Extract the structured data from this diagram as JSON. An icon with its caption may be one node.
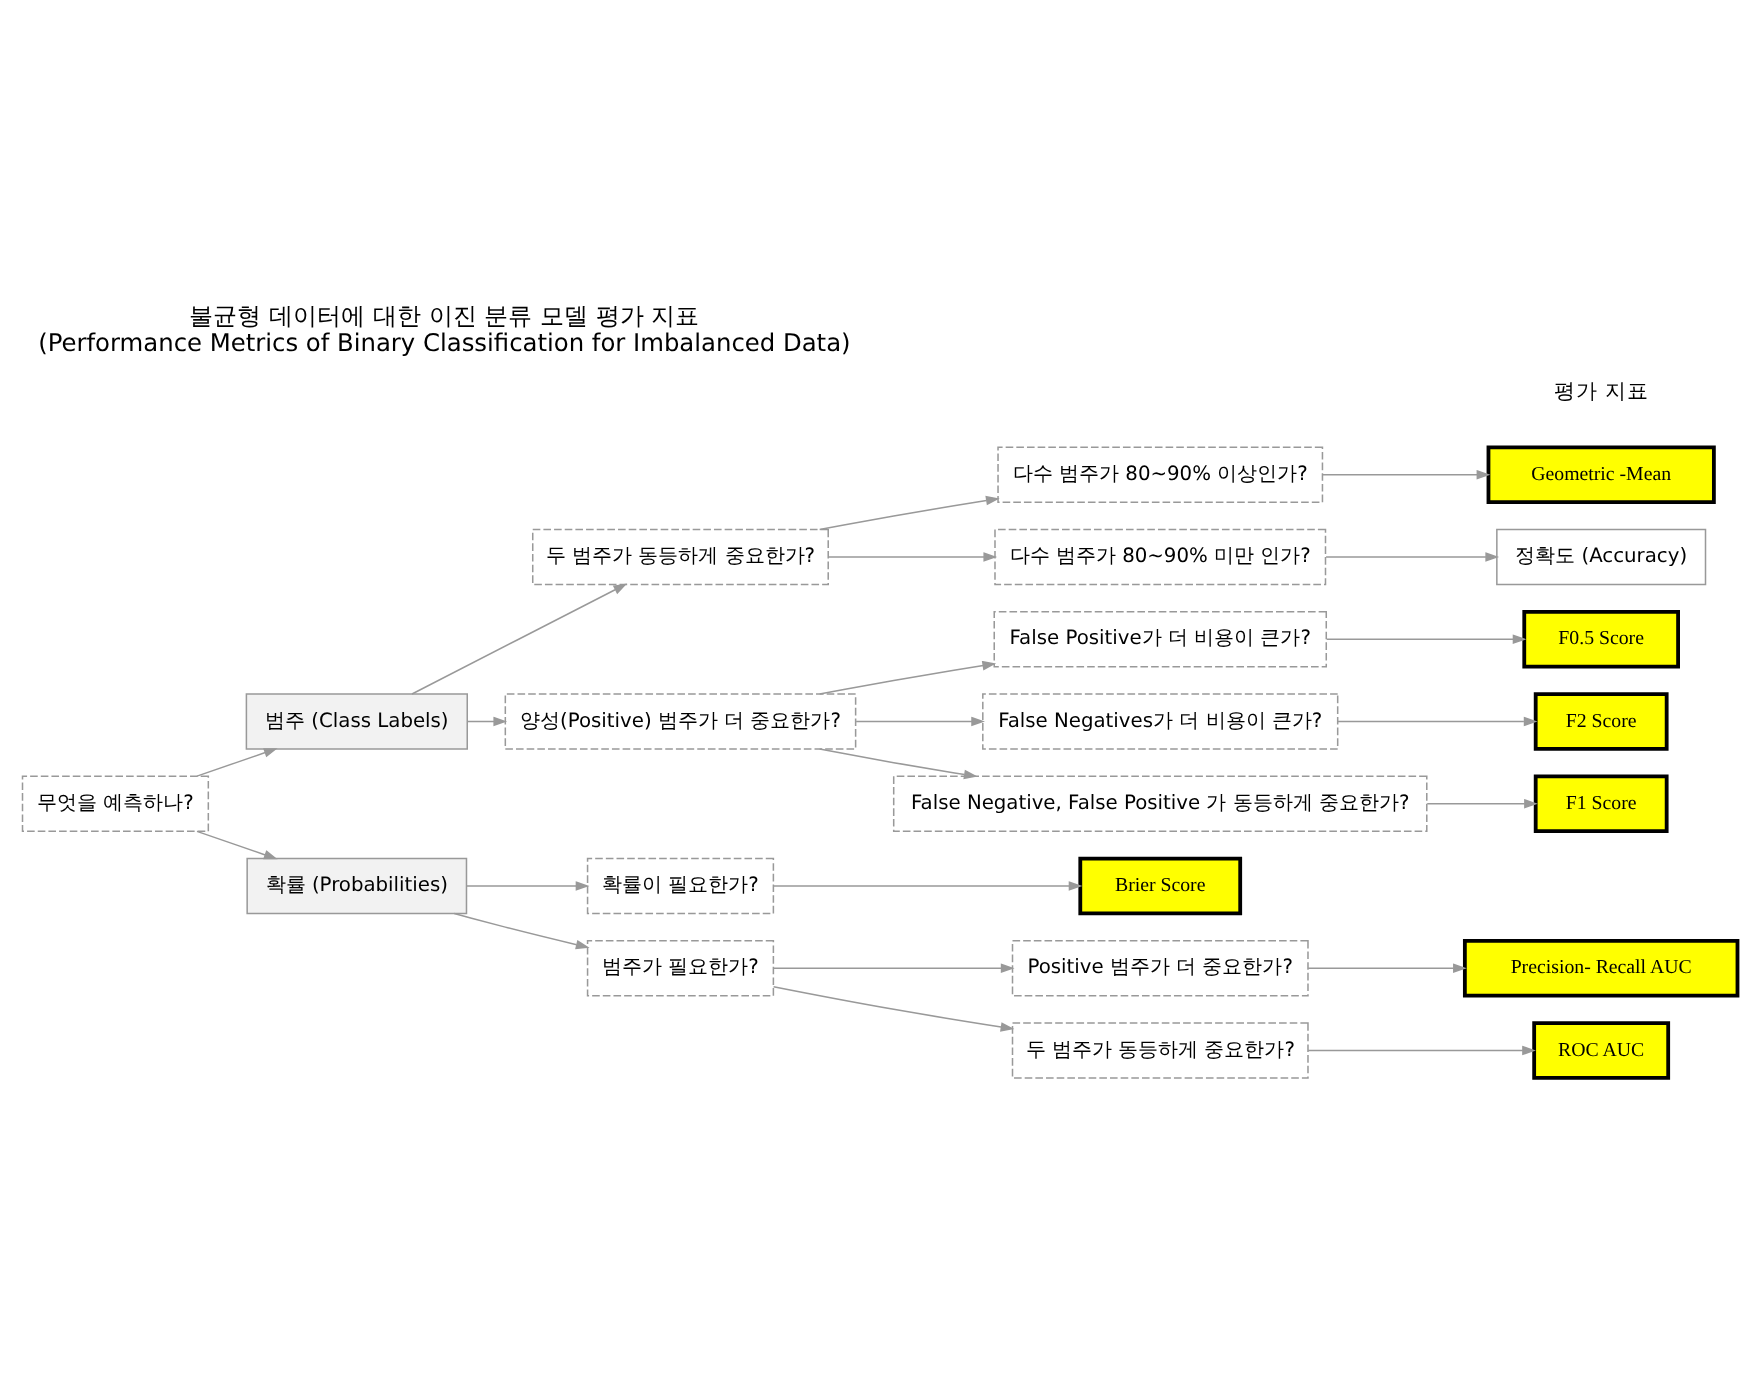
{
  "diagram": {
    "title": "불균형 데이터에 대한 이진 분류 모델 평가 지표",
    "caption": "(Performance Metrics of Binary Classification for Imbalanced Data)",
    "nodes": [
      {
        "text": [
          "무엇을 예측하나?"
        ]
      },
      {
        "text": [
          "범주 (Class Labels)"
        ]
      },
      {
        "text": [
          "확률 (Probabilities)"
        ]
      },
      {
        "text": [
          "두 범주가 동등하게 중요한가?"
        ]
      },
      {
        "text": [
          "양성(Positive) 범주가 더 중요한가?"
        ]
      },
      {
        "text": [
          "확률이 필요한가?"
        ]
      },
      {
        "text": [
          "범주가 필요한가?"
        ]
      },
      {
        "text": [
          "다수 범주가 80~90% 이상인가?"
        ]
      },
      {
        "text": [
          "다수 범주가 80~90% 미만 인가?"
        ]
      },
      {
        "text": [
          "False Negative, False Positive 가 동등하게 중요한가?"
        ]
      },
      {
        "text": [
          "False Positive가 더 비용이 큰가?"
        ]
      },
      {
        "text": [
          "False Negatives가 더 비용이 큰가?"
        ]
      },
      {
        "text": [
          "Positive 범주가 더 중요한가?"
        ]
      },
      {
        "text": [
          "두 범주가 동등하게 중요한가?"
        ]
      },
      {
        "text": [
          "Geometric -Mean"
        ]
      },
      {
        "text": [
          "정확도 (Accuracy)"
        ]
      },
      {
        "text": [
          "F1 Score"
        ]
      },
      {
        "text": [
          "F0.5 Score"
        ]
      },
      {
        "text": [
          "F2 Score"
        ]
      },
      {
        "text": [
          "Brier Score"
        ]
      },
      {
        "text": [
          "Precision- Recall AUC"
        ]
      },
      {
        "text": [
          "ROC AUC"
        ]
      }
    ],
    "edges": [
      {
        "from": 0,
        "to": 1,
        "arrow": "to"
      },
      {
        "from": 0,
        "to": 2,
        "arrow": "to"
      },
      {
        "from": 1,
        "to": 3,
        "arrow": "to"
      },
      {
        "from": 1,
        "to": 4,
        "arrow": "to"
      },
      {
        "from": 2,
        "to": 5,
        "arrow": "to"
      },
      {
        "from": 2,
        "to": 6,
        "arrow": "to"
      },
      {
        "from": 3,
        "to": 7,
        "arrow": "to"
      },
      {
        "from": 3,
        "to": 8,
        "arrow": "to"
      },
      {
        "from": 4,
        "to": 9,
        "arrow": "to"
      },
      {
        "from": 4,
        "to": 10,
        "arrow": "to"
      },
      {
        "from": 4,
        "to": 11,
        "arrow": "to"
      },
      {
        "from": 6,
        "to": 12,
        "arrow": "to"
      },
      {
        "from": 6,
        "to": 13,
        "arrow": "to"
      },
      {
        "from": 7,
        "to": 14,
        "arrow": "to"
      },
      {
        "from": 8,
        "to": 15,
        "arrow": "to"
      },
      {
        "from": 9,
        "to": 16,
        "arrow": "to"
      },
      {
        "from": 10,
        "to": 17,
        "arrow": "to"
      },
      {
        "from": 11,
        "to": 18,
        "arrow": "to"
      },
      {
        "from": 5,
        "to": 19,
        "arrow": "to"
      },
      {
        "from": 12,
        "to": 20,
        "arrow": "to"
      },
      {
        "from": 13,
        "to": 21,
        "arrow": "to"
      }
    ],
    "labels": [
      "평가 지표"
    ]
  }
}
